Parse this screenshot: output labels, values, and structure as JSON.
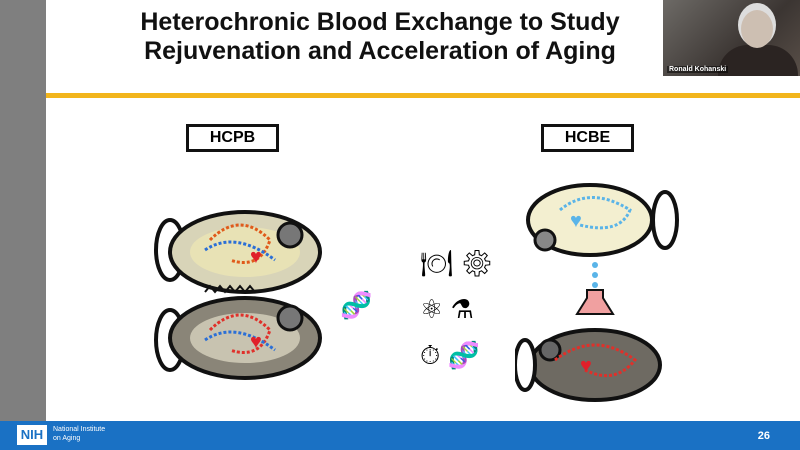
{
  "slide": {
    "title_line1": "Heterochronic Blood Exchange to Study",
    "title_line2": "Rejuvenation and Acceleration of Aging",
    "label_left": "HCPB",
    "label_right": "HCBE",
    "page_number": "26"
  },
  "webcam": {
    "participant_name": "Ronald Kohanski"
  },
  "footer": {
    "logo": "NIH",
    "org_line1": "National Institute",
    "org_line2": "on Aging"
  },
  "colors": {
    "accent": "#f2b51c",
    "footer": "#1a71c4",
    "sidebar": "#7f7f7f"
  }
}
